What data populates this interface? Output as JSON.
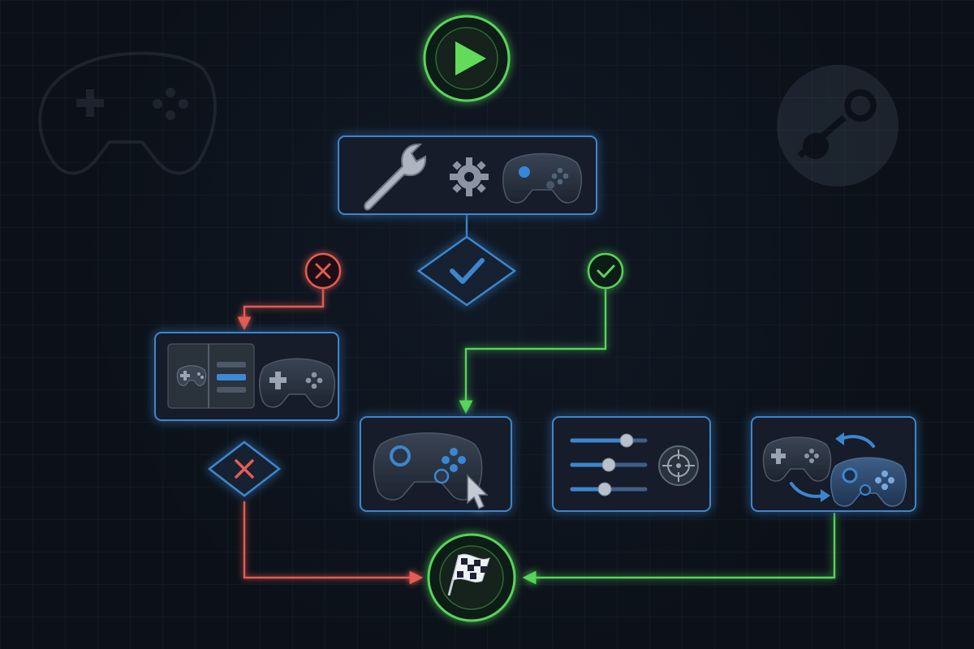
{
  "theme": {
    "background": "#0c1119",
    "node_border": "#3c86ce",
    "success": "#59d45a",
    "failure": "#e55c53",
    "neutral_icon": "#8c94a3"
  },
  "diagram": {
    "type": "flowchart",
    "nodes": [
      {
        "id": "start",
        "shape": "circle",
        "icon": "play-icon"
      },
      {
        "id": "setup",
        "shape": "box",
        "icons": [
          "wrench-icon",
          "gear-icon",
          "gamepad-icon"
        ]
      },
      {
        "id": "check",
        "shape": "diamond",
        "icon": "checkmark-icon"
      },
      {
        "id": "fail-mark",
        "shape": "circle",
        "icon": "x-icon"
      },
      {
        "id": "success-mark",
        "shape": "circle",
        "icon": "check-circle-icon"
      },
      {
        "id": "remap",
        "shape": "box",
        "icons": [
          "settings-panel-icon",
          "gamepad-icon"
        ]
      },
      {
        "id": "decision-fail",
        "shape": "diamond",
        "icon": "x-icon"
      },
      {
        "id": "controller-pointer",
        "shape": "box",
        "icons": [
          "gamepad-icon",
          "cursor-icon"
        ]
      },
      {
        "id": "tuning",
        "shape": "box",
        "icons": [
          "slider-icon",
          "target-icon"
        ]
      },
      {
        "id": "swap",
        "shape": "box",
        "icons": [
          "gamepad-icon",
          "swap-arrows-icon",
          "gamepad-icon"
        ]
      },
      {
        "id": "finish",
        "shape": "circle",
        "icon": "checkered-flag-icon"
      }
    ],
    "edges": [
      {
        "from": "start",
        "to": "setup",
        "color": "green"
      },
      {
        "from": "setup",
        "to": "check",
        "color": "blue"
      },
      {
        "from": "check",
        "to": "fail-mark",
        "color": "red"
      },
      {
        "from": "check",
        "to": "success-mark",
        "color": "green"
      },
      {
        "from": "fail-mark",
        "to": "remap",
        "color": "red"
      },
      {
        "from": "success-mark",
        "to": "controller-pointer",
        "color": "green"
      },
      {
        "from": "remap",
        "to": "decision-fail",
        "color": "red"
      },
      {
        "from": "decision-fail",
        "to": "controller-pointer",
        "color": "green"
      },
      {
        "from": "decision-fail",
        "to": "finish",
        "color": "red"
      },
      {
        "from": "controller-pointer",
        "to": "tuning",
        "color": "green"
      },
      {
        "from": "tuning",
        "to": "swap",
        "color": "green"
      },
      {
        "from": "swap",
        "to": "finish",
        "color": "green"
      }
    ],
    "decorations": [
      "gamepad-watermark-icon",
      "steam-logo-watermark"
    ]
  }
}
